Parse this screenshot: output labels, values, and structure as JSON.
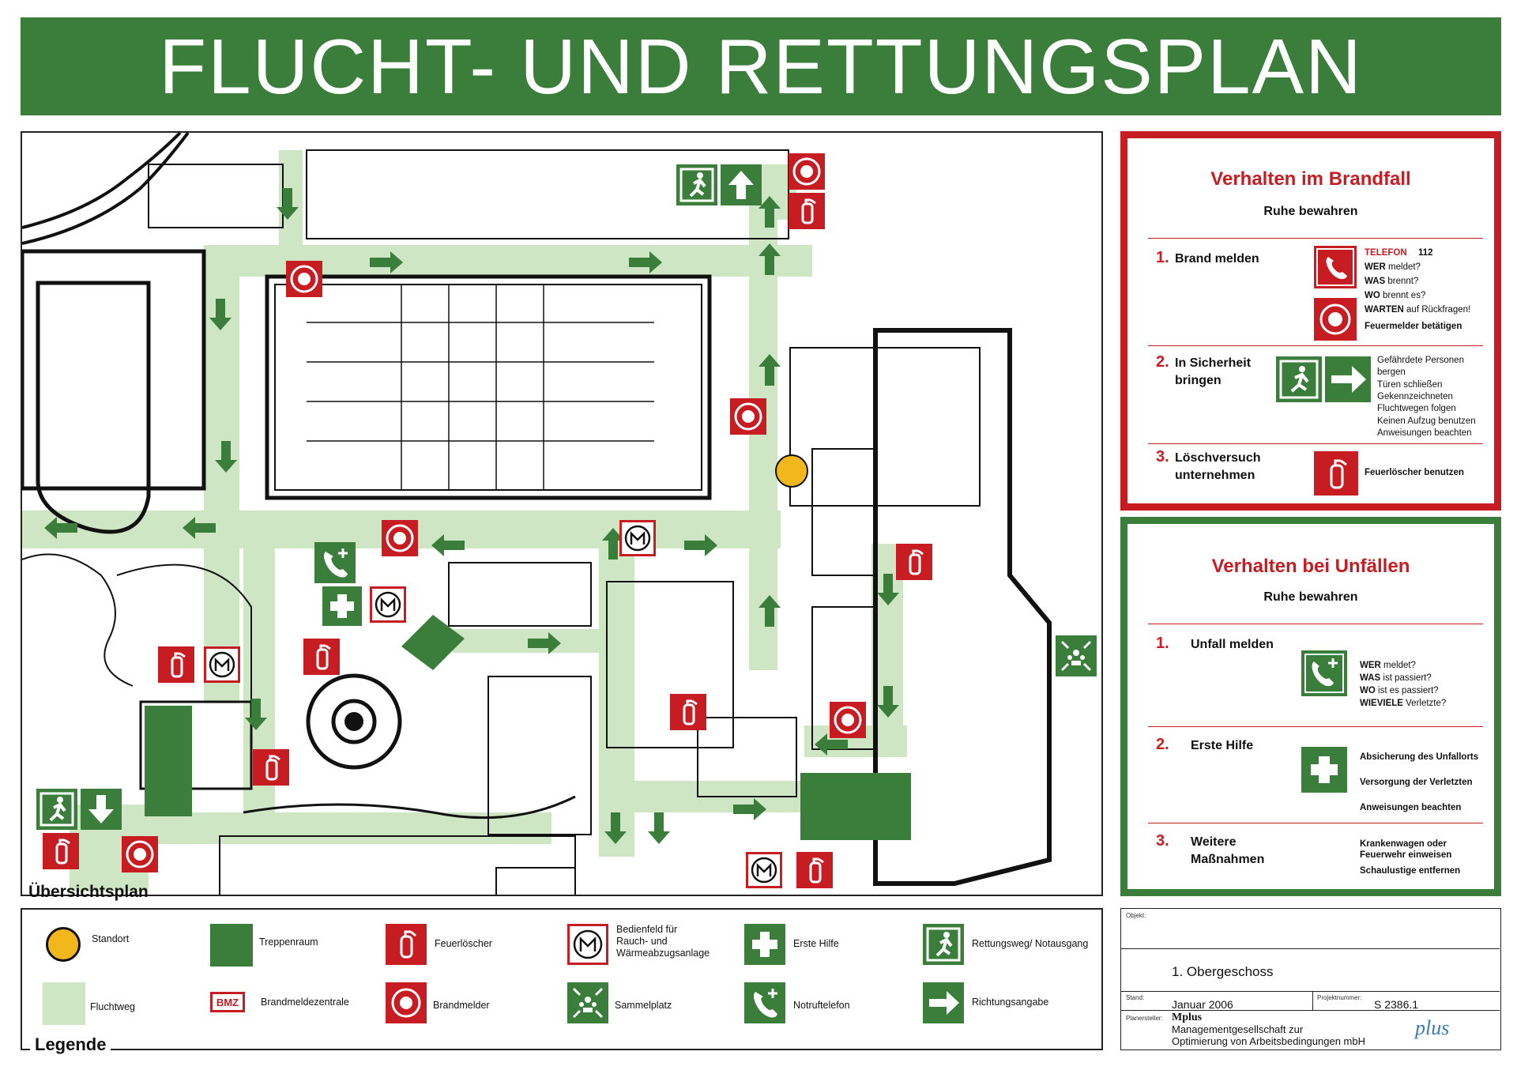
{
  "title": "FLUCHT- UND RETTUNGSPLAN",
  "map": {
    "caption": "Übersichtsplan"
  },
  "fire_panel": {
    "heading": "Verhalten im Brandfall",
    "subheading": "Ruhe bewahren",
    "steps": [
      {
        "num": "1.",
        "label": "Brand melden"
      },
      {
        "num": "2.",
        "label_line1": "In Sicherheit",
        "label_line2": "bringen"
      },
      {
        "num": "3.",
        "label_line1": "Löschversuch",
        "label_line2": "unternehmen"
      }
    ],
    "telefon_label": "TELEFON",
    "telefon_number": "112",
    "report_lines": [
      {
        "bold": "WER",
        "rest": " meldet?"
      },
      {
        "bold": "WAS",
        "rest": " brennt?"
      },
      {
        "bold": "WO",
        "rest": " brennt es?"
      },
      {
        "bold": "WARTEN",
        "rest": " auf Rückfragen!"
      }
    ],
    "feuermelder_text": "Feuermelder betätigen",
    "safety_lines": [
      "Gefährdete Personen",
      "bergen",
      "Türen schließen",
      "Gekennzeichneten",
      "Fluchtwegen folgen",
      "Keinen Aufzug benutzen",
      "Anweisungen beachten"
    ],
    "extinguisher_text": "Feuerlöscher benutzen"
  },
  "accident_panel": {
    "heading": "Verhalten bei Unfällen",
    "subheading": "Ruhe bewahren",
    "steps": [
      {
        "num": "1.",
        "label": "Unfall melden"
      },
      {
        "num": "2.",
        "label": "Erste Hilfe"
      },
      {
        "num": "3.",
        "label_line1": "Weitere",
        "label_line2": "Maßnahmen"
      }
    ],
    "report_lines": [
      {
        "bold": "WER",
        "rest": " meldet?"
      },
      {
        "bold": "WAS",
        "rest": " ist passiert?"
      },
      {
        "bold": "WO",
        "rest": " ist es passiert?"
      },
      {
        "bold": "WIEVIELE",
        "rest": " Verletzte?"
      }
    ],
    "first_aid_lines": [
      "Absicherung des Unfallorts",
      "Versorgung der Verletzten",
      "Anweisungen beachten"
    ],
    "further_lines": [
      "Krankenwagen oder",
      "Feuerwehr einweisen",
      "Schaulustige entfernen"
    ]
  },
  "legend": {
    "title": "Legende",
    "items": {
      "standort": "Standort",
      "treppenraum": "Treppenraum",
      "feuerloescher": "Feuerlöscher",
      "rwa_line1": "Bedienfeld für",
      "rwa_line2": "Rauch- und",
      "rwa_line3": "Wärmeabzugsanlage",
      "erste_hilfe": "Erste Hilfe",
      "rettungsweg": "Rettungsweg/ Notausgang",
      "fluchtweg": "Fluchtweg",
      "bmz_badge": "BMZ",
      "brandmeldezentrale": "Brandmeldezentrale",
      "brandmelder": "Brandmelder",
      "sammelplatz": "Sammelplatz",
      "notruftelefon": "Notruftelefon",
      "richtungsangabe": "Richtungsangabe"
    }
  },
  "title_block": {
    "objekt_label": "Objekt:",
    "floor": "1. Obergeschoss",
    "stand_label": "Stand:",
    "stand_value": "Januar 2006",
    "projekt_label": "Projektnummer:",
    "projekt_value": "S 2386.1",
    "planer_label": "Planersteller:",
    "company_brand": "Mplus",
    "company_line1": "Managementgesellschaft zur",
    "company_line2": "Optimierung von Arbeitsbedingungen mbH",
    "logo_text": "plus"
  },
  "colors": {
    "title_green": "#3b7d3a",
    "sign_red": "#c61c22",
    "escape_route": "#cfe6c4",
    "standort_yellow": "#f2b71b"
  }
}
